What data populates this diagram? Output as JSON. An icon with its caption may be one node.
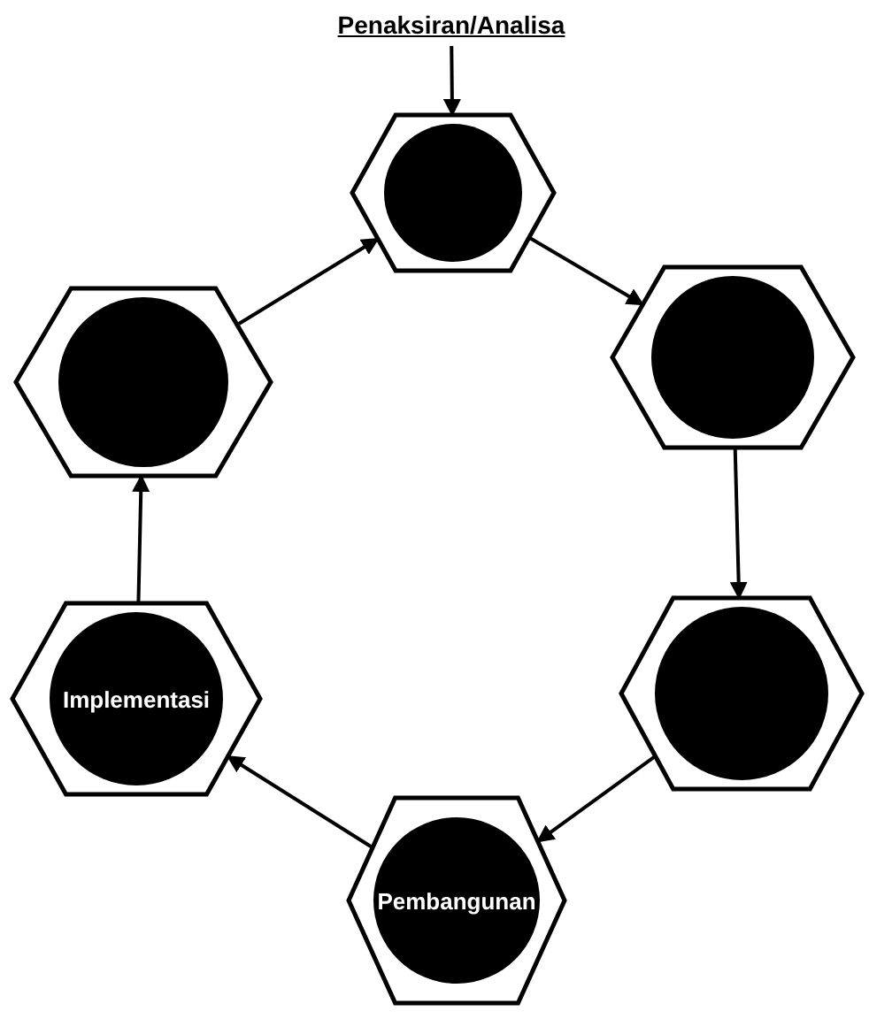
{
  "diagram": {
    "nodes": [
      {
        "text": [
          "Penaksiran/Analisa"
        ]
      },
      {
        "text": [],
        "shape": "hexagon"
      },
      {
        "text": [],
        "shape": "hexagon"
      },
      {
        "text": [],
        "shape": "hexagon"
      },
      {
        "text": [
          "Pembangunan"
        ]
      },
      {
        "text": [
          "Implementasi"
        ]
      },
      {
        "text": [],
        "shape": "hexagon"
      }
    ],
    "edges": [
      {
        "from": 0,
        "to": 1,
        "arrow": "to"
      },
      {
        "from": 1,
        "to": 2,
        "arrow": "to"
      },
      {
        "from": 2,
        "to": 3,
        "arrow": "to"
      },
      {
        "from": 3,
        "to": 4,
        "arrow": "to"
      },
      {
        "from": 4,
        "to": 5,
        "arrow": "to"
      },
      {
        "from": 5,
        "to": 6,
        "arrow": "to"
      },
      {
        "from": 6,
        "to": 1,
        "arrow": "to"
      }
    ]
  }
}
